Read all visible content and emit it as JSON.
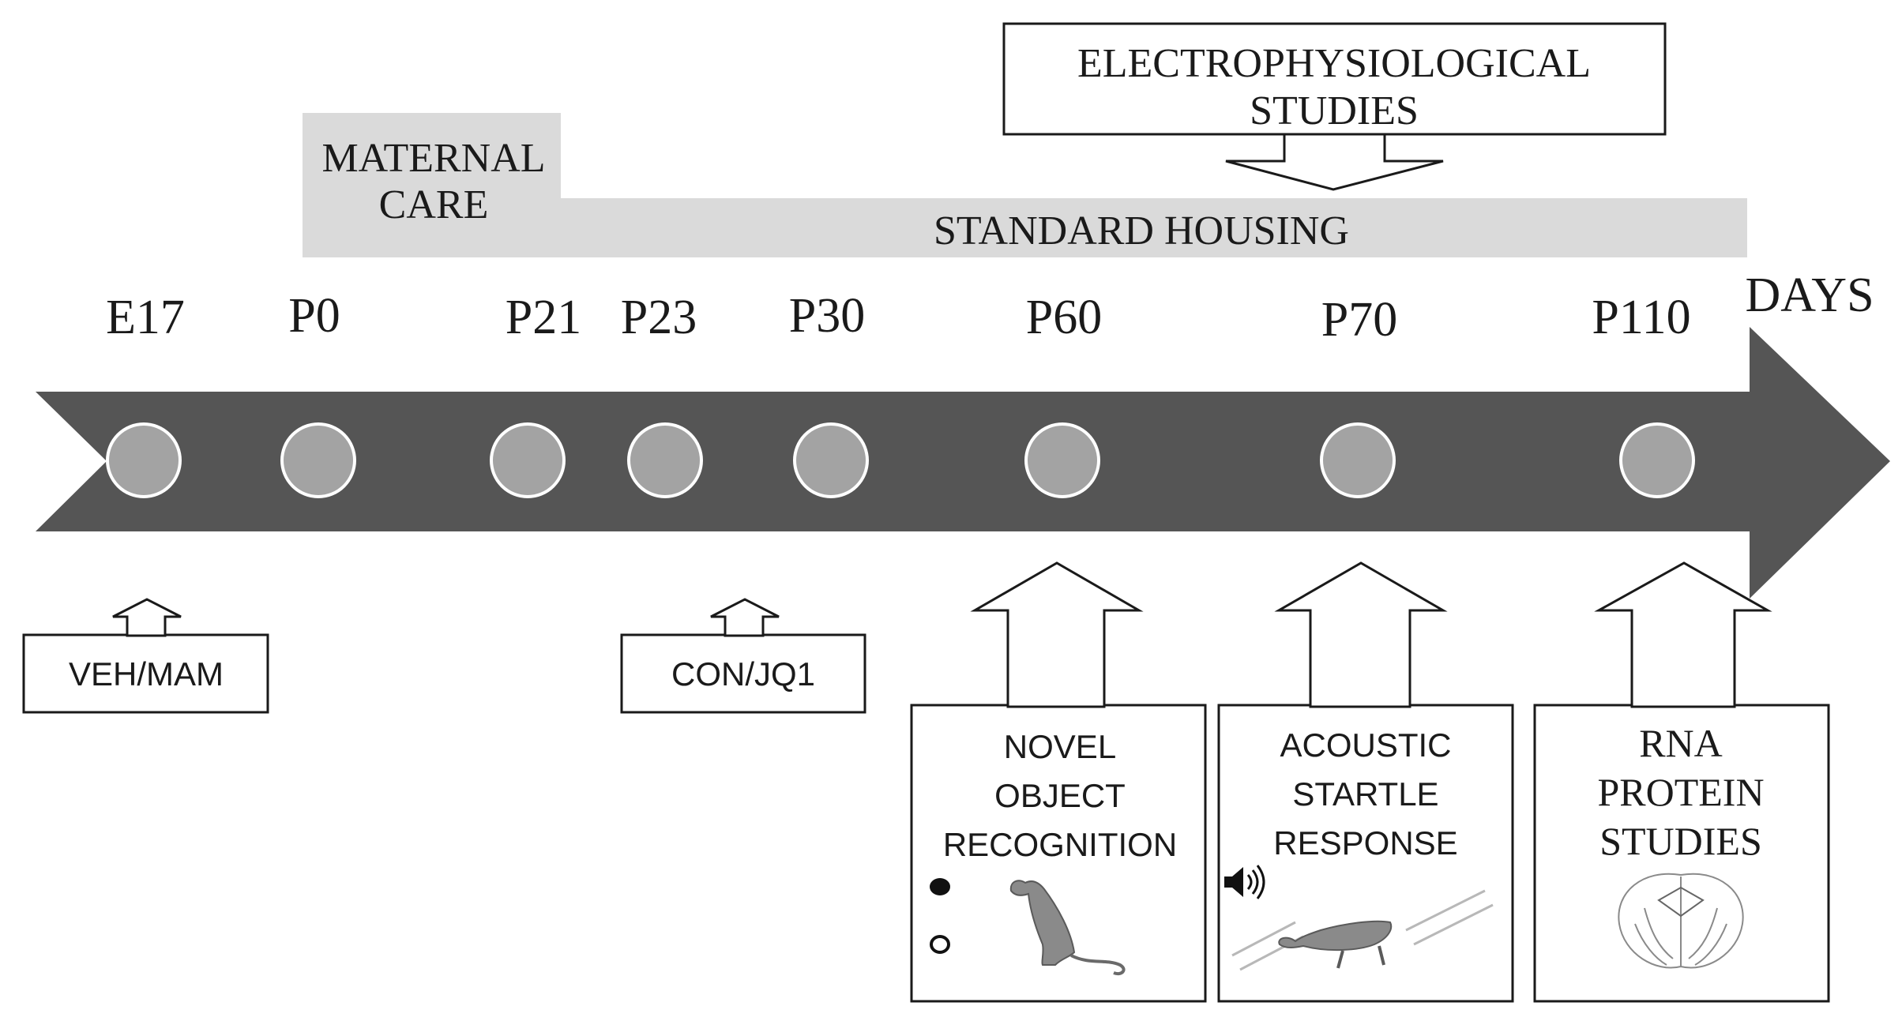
{
  "timeline": {
    "axis_label": "DAYS",
    "points": [
      {
        "label": "E17"
      },
      {
        "label": "P0"
      },
      {
        "label": "P21"
      },
      {
        "label": "P23"
      },
      {
        "label": "P30"
      },
      {
        "label": "P60"
      },
      {
        "label": "P70"
      },
      {
        "label": "P110"
      }
    ]
  },
  "housing": {
    "maternal_line1": "MATERNAL",
    "maternal_line2": "CARE",
    "standard": "STANDARD HOUSING"
  },
  "electro": {
    "line1": "ELECTROPHYSIOLOGICAL",
    "line2": "STUDIES"
  },
  "treatments": {
    "prenatal": "VEH/MAM",
    "postnatal": "CON/JQ1"
  },
  "tests": {
    "nor": {
      "line1": "NOVEL",
      "line2": "OBJECT",
      "line3": "RECOGNITION",
      "icon": "rat-with-objects-icon"
    },
    "asr": {
      "line1": "ACOUSTIC",
      "line2": "STARTLE",
      "line3": "RESPONSE",
      "icon": "speaker-icon"
    },
    "rna": {
      "line1": "RNA",
      "line2": "PROTEIN",
      "line3": "STUDIES",
      "icon": "brain-section-icon"
    }
  },
  "colors": {
    "arrow": "#555555",
    "band": "#dadada",
    "marker": "#a3a3a3"
  }
}
